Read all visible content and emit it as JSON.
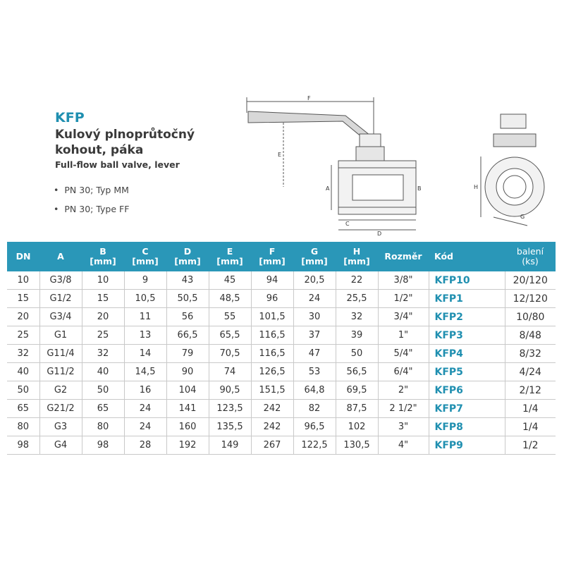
{
  "product": {
    "code": "KFP",
    "title_line1": "Kulový plnoprůtočný",
    "title_line2": "kohout, páka",
    "subtitle": "Full-flow ball valve, lever",
    "bullets": [
      "PN 30; Typ MM",
      "PN 30; Type FF"
    ]
  },
  "drawing": {
    "labels": {
      "F": "F",
      "E": "E",
      "A": "A",
      "B": "B",
      "C": "C",
      "D": "D",
      "H": "H",
      "G": "G"
    }
  },
  "table": {
    "headers": [
      {
        "l1": "DN",
        "l2": ""
      },
      {
        "l1": "A",
        "l2": ""
      },
      {
        "l1": "B",
        "l2": "[mm]"
      },
      {
        "l1": "C",
        "l2": "[mm]"
      },
      {
        "l1": "D",
        "l2": "[mm]"
      },
      {
        "l1": "E",
        "l2": "[mm]"
      },
      {
        "l1": "F",
        "l2": "[mm]"
      },
      {
        "l1": "G",
        "l2": "[mm]"
      },
      {
        "l1": "H",
        "l2": "[mm]"
      },
      {
        "l1": "Rozměr",
        "l2": ""
      },
      {
        "l1": "Kód",
        "l2": ""
      },
      {
        "l1": "balení",
        "l2": "(ks)"
      }
    ],
    "rows": [
      [
        "10",
        "G3/8",
        "10",
        "9",
        "43",
        "45",
        "94",
        "20,5",
        "22",
        "3/8\"",
        "KFP10",
        "20/120"
      ],
      [
        "15",
        "G1/2",
        "15",
        "10,5",
        "50,5",
        "48,5",
        "96",
        "24",
        "25,5",
        "1/2\"",
        "KFP1",
        "12/120"
      ],
      [
        "20",
        "G3/4",
        "20",
        "11",
        "56",
        "55",
        "101,5",
        "30",
        "32",
        "3/4\"",
        "KFP2",
        "10/80"
      ],
      [
        "25",
        "G1",
        "25",
        "13",
        "66,5",
        "65,5",
        "116,5",
        "37",
        "39",
        "1\"",
        "KFP3",
        "8/48"
      ],
      [
        "32",
        "G11/4",
        "32",
        "14",
        "79",
        "70,5",
        "116,5",
        "47",
        "50",
        "5/4\"",
        "KFP4",
        "8/32"
      ],
      [
        "40",
        "G11/2",
        "40",
        "14,5",
        "90",
        "74",
        "126,5",
        "53",
        "56,5",
        "6/4\"",
        "KFP5",
        "4/24"
      ],
      [
        "50",
        "G2",
        "50",
        "16",
        "104",
        "90,5",
        "151,5",
        "64,8",
        "69,5",
        "2\"",
        "KFP6",
        "2/12"
      ],
      [
        "65",
        "G21/2",
        "65",
        "24",
        "141",
        "123,5",
        "242",
        "82",
        "87,5",
        "2 1/2\"",
        "KFP7",
        "1/4"
      ],
      [
        "80",
        "G3",
        "80",
        "24",
        "160",
        "135,5",
        "242",
        "96,5",
        "102",
        "3\"",
        "KFP8",
        "1/4"
      ],
      [
        "98",
        "G4",
        "98",
        "28",
        "192",
        "149",
        "267",
        "122,5",
        "130,5",
        "4\"",
        "KFP9",
        "1/2"
      ]
    ]
  }
}
